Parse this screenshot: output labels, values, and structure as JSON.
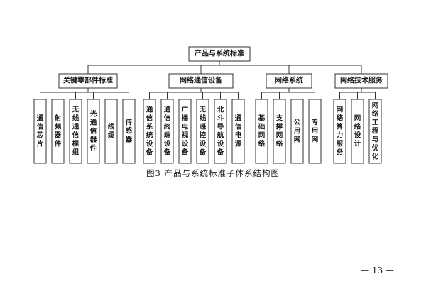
{
  "diagram": {
    "root": "产品与系统标准",
    "categories": [
      {
        "label": "关键零部件标准",
        "children": [
          "通信芯片",
          "射频器件",
          "无线通信模组",
          "光通信器件",
          "线缆",
          "传感器"
        ]
      },
      {
        "label": "网络通信设备",
        "children": [
          "通信系统设备",
          "通信终端设备",
          "广播电视设备",
          "无线遥控设备",
          "北斗导航设备",
          "通信电源"
        ]
      },
      {
        "label": "网络系统",
        "children": [
          "基础网络",
          "支撑网络",
          "公用网",
          "专用网"
        ]
      },
      {
        "label": "网络技术服务",
        "children": [
          "网络算力服务",
          "网络设计",
          "网络工程与优化"
        ]
      }
    ]
  },
  "caption": "图3  产品与系统标准子体系结构图",
  "page_number": "— 13 —"
}
